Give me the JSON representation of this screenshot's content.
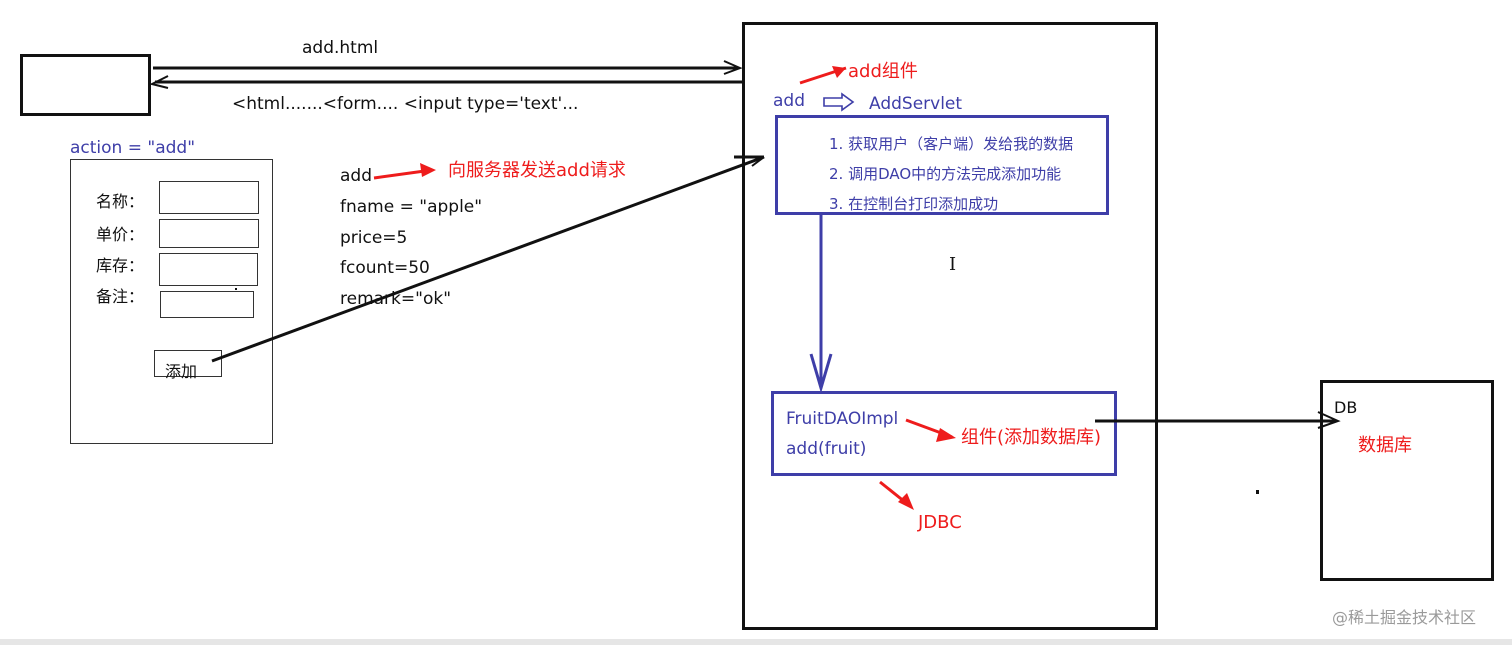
{
  "top_link": {
    "file_label": "add.html",
    "response_label": "<html.......<form.... <input type='text'..."
  },
  "form": {
    "action_label": "action = \"add\"",
    "fields": [
      {
        "label": "名称："
      },
      {
        "label": "单价："
      },
      {
        "label": "库存："
      },
      {
        "label": "备注："
      }
    ],
    "submit_label": "添加"
  },
  "request": {
    "lines": [
      "add",
      "fname = \"apple\"",
      "price=5",
      "fcount=50",
      "remark=\"ok\""
    ],
    "note": "向服务器发送add请求"
  },
  "server": {
    "component_note": "add组件",
    "mapping_key": "add",
    "mapping_target": "AddServlet",
    "servlet_steps": [
      "1. 获取用户（客户端）发给我的数据",
      "2. 调用DAO中的方法完成添加功能",
      "3. 在控制台打印添加成功"
    ],
    "dao_lines": [
      "FruitDAOImpl",
      "add(fruit)"
    ],
    "dao_note": "组件(添加数据库)",
    "jdbc_note": "JDBC",
    "text_cursor": "I"
  },
  "db": {
    "label": "DB",
    "note": "数据库"
  },
  "watermark": "@稀土掘金技术社区",
  "colors": {
    "black": "#111111",
    "blue": "#3e3ea8",
    "red": "#ee1c1c"
  }
}
